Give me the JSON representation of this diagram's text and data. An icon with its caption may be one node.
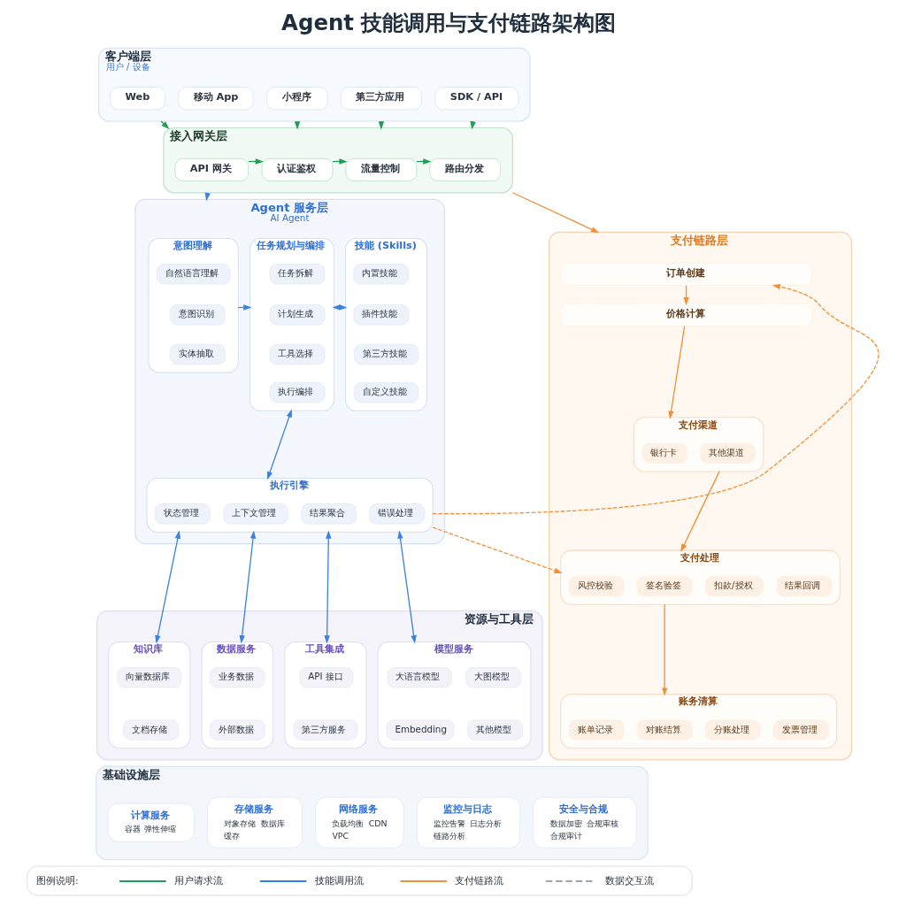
{
  "diagram": {
    "title": "Agent 技能调用与支付链路架构图",
    "nodes": [
      {
        "text": [
          "客户端层",
          "用户 / 设备"
        ]
      },
      {
        "text": [
          "Web"
        ],
        "in": 0
      },
      {
        "text": [
          "移动 App"
        ],
        "in": 0
      },
      {
        "text": [
          "小程序"
        ],
        "in": 0
      },
      {
        "text": [
          "第三方应用"
        ],
        "in": 0
      },
      {
        "text": [
          "SDK / API"
        ],
        "in": 0
      },
      {
        "text": [
          "接入网关层"
        ]
      },
      {
        "text": [
          "API 网关"
        ],
        "in": 6
      },
      {
        "text": [
          "认证鉴权"
        ],
        "in": 6
      },
      {
        "text": [
          "流量控制"
        ],
        "in": 6
      },
      {
        "text": [
          "路由分发"
        ],
        "in": 6
      },
      {
        "text": [
          "Agent 服务层",
          "AI Agent"
        ]
      },
      {
        "text": [
          "意图理解"
        ],
        "in": 11
      },
      {
        "text": [
          "自然语言理解"
        ],
        "in": 12
      },
      {
        "text": [
          "意图识别"
        ],
        "in": 12
      },
      {
        "text": [
          "实体抽取"
        ],
        "in": 12
      },
      {
        "text": [
          "任务规划与编排"
        ],
        "in": 11
      },
      {
        "text": [
          "任务拆解"
        ],
        "in": 16
      },
      {
        "text": [
          "计划生成"
        ],
        "in": 16
      },
      {
        "text": [
          "工具选择"
        ],
        "in": 16
      },
      {
        "text": [
          "执行编排"
        ],
        "in": 16
      },
      {
        "text": [
          "技能 (Skills)"
        ],
        "in": 11
      },
      {
        "text": [
          "内置技能"
        ],
        "in": 21
      },
      {
        "text": [
          "插件技能"
        ],
        "in": 21
      },
      {
        "text": [
          "第三方技能"
        ],
        "in": 21
      },
      {
        "text": [
          "自定义技能"
        ],
        "in": 21
      },
      {
        "text": [
          "执行引擎"
        ],
        "in": 11
      },
      {
        "text": [
          "状态管理"
        ],
        "in": 26
      },
      {
        "text": [
          "上下文管理"
        ],
        "in": 26
      },
      {
        "text": [
          "结果聚合"
        ],
        "in": 26
      },
      {
        "text": [
          "错误处理"
        ],
        "in": 26
      },
      {
        "text": [
          "支付链路层"
        ]
      },
      {
        "text": [
          "订单创建"
        ],
        "in": 31
      },
      {
        "text": [
          "价格计算"
        ],
        "in": 31
      },
      {
        "text": [
          "支付渠道"
        ],
        "in": 31
      },
      {
        "text": [
          "银行卡"
        ],
        "in": 34
      },
      {
        "text": [
          "其他渠道"
        ],
        "in": 34
      },
      {
        "text": [
          "支付处理"
        ],
        "in": 31
      },
      {
        "text": [
          "风控校验"
        ],
        "in": 37
      },
      {
        "text": [
          "签名验签"
        ],
        "in": 37
      },
      {
        "text": [
          "扣款/授权"
        ],
        "in": 37
      },
      {
        "text": [
          "结果回调"
        ],
        "in": 37
      },
      {
        "text": [
          "账务清算"
        ],
        "in": 31
      },
      {
        "text": [
          "账单记录"
        ],
        "in": 42
      },
      {
        "text": [
          "对账结算"
        ],
        "in": 42
      },
      {
        "text": [
          "分账处理"
        ],
        "in": 42
      },
      {
        "text": [
          "发票管理"
        ],
        "in": 42
      },
      {
        "text": [
          "资源与工具层"
        ]
      },
      {
        "text": [
          "知识库"
        ],
        "in": 47
      },
      {
        "text": [
          "向量数据库"
        ],
        "in": 48
      },
      {
        "text": [
          "文档存储"
        ],
        "in": 48
      },
      {
        "text": [
          "数据服务"
        ],
        "in": 47
      },
      {
        "text": [
          "业务数据"
        ],
        "in": 51
      },
      {
        "text": [
          "外部数据"
        ],
        "in": 51
      },
      {
        "text": [
          "工具集成"
        ],
        "in": 47
      },
      {
        "text": [
          "API 接口"
        ],
        "in": 54
      },
      {
        "text": [
          "第三方服务"
        ],
        "in": 54
      },
      {
        "text": [
          "模型服务"
        ],
        "in": 47
      },
      {
        "text": [
          "大语言模型"
        ],
        "in": 57
      },
      {
        "text": [
          "大图模型"
        ],
        "in": 57
      },
      {
        "text": [
          "Embedding"
        ],
        "in": 57
      },
      {
        "text": [
          "其他模型"
        ],
        "in": 57
      },
      {
        "text": [
          "基础设施层"
        ]
      },
      {
        "text": [
          "计算服务",
          "容器",
          "弹性伸缩"
        ],
        "in": 62
      },
      {
        "text": [
          "存储服务",
          "对象存储",
          "数据库",
          "缓存"
        ],
        "in": 62
      },
      {
        "text": [
          "网络服务",
          "负载均衡",
          "CDN",
          "VPC"
        ],
        "in": 62
      },
      {
        "text": [
          "监控与日志",
          "监控告警",
          "日志分析",
          "链路分析"
        ],
        "in": 62
      },
      {
        "text": [
          "安全与合规",
          "数据加密",
          "合规审核",
          "合规审计"
        ],
        "in": 62
      }
    ],
    "edges": [
      {
        "from": 0,
        "to": 6,
        "arrow": "to",
        "color": "#1f9d55"
      },
      {
        "from": 0,
        "to": 6,
        "arrow": "to",
        "color": "#1f9d55"
      },
      {
        "from": 0,
        "to": 6,
        "arrow": "to",
        "color": "#1f9d55"
      },
      {
        "from": 0,
        "to": 6,
        "arrow": "to",
        "color": "#1f9d55"
      },
      {
        "from": 7,
        "to": 8,
        "arrow": "to",
        "color": "#1f9d55"
      },
      {
        "from": 8,
        "to": 9,
        "arrow": "to",
        "color": "#1f9d55"
      },
      {
        "from": 9,
        "to": 10,
        "arrow": "to",
        "color": "#1f9d55"
      },
      {
        "from": 6,
        "to": 11,
        "arrow": "to",
        "color": "#3b82e0"
      },
      {
        "from": 6,
        "to": 31,
        "arrow": "to",
        "color": "#f0913a"
      },
      {
        "from": 12,
        "to": 16,
        "arrow": "to",
        "color": "#3b82e0"
      },
      {
        "from": 16,
        "to": 21,
        "arrow": "both",
        "color": "#3b82e0"
      },
      {
        "from": 16,
        "to": 26,
        "arrow": "both",
        "color": "#3b82e0"
      },
      {
        "from": 26,
        "to": 32,
        "arrow": "to",
        "style": "dashed",
        "color": "#f0913a"
      },
      {
        "from": 26,
        "to": 37,
        "arrow": "to",
        "style": "dashed",
        "color": "#f0913a"
      },
      {
        "from": 26,
        "to": 48,
        "arrow": "both",
        "color": "#3b82e0"
      },
      {
        "from": 26,
        "to": 51,
        "arrow": "both",
        "color": "#3b82e0"
      },
      {
        "from": 26,
        "to": 54,
        "arrow": "both",
        "color": "#3b82e0"
      },
      {
        "from": 26,
        "to": 57,
        "arrow": "both",
        "color": "#3b82e0"
      },
      {
        "from": 32,
        "to": 33,
        "arrow": "to",
        "color": "#f0913a"
      },
      {
        "from": 33,
        "to": 34,
        "arrow": "to",
        "color": "#f0913a"
      },
      {
        "from": 34,
        "to": 37,
        "arrow": "to",
        "color": "#f0913a"
      },
      {
        "from": 37,
        "to": 42,
        "arrow": "to",
        "color": "#f0913a"
      }
    ],
    "labels": [
      "图例说明:"
    ],
    "legend": [
      {
        "text": "用户请求流"
      },
      {
        "text": "技能调用流"
      },
      {
        "text": "支付链路流"
      },
      {
        "text": "数据交互流"
      }
    ]
  }
}
